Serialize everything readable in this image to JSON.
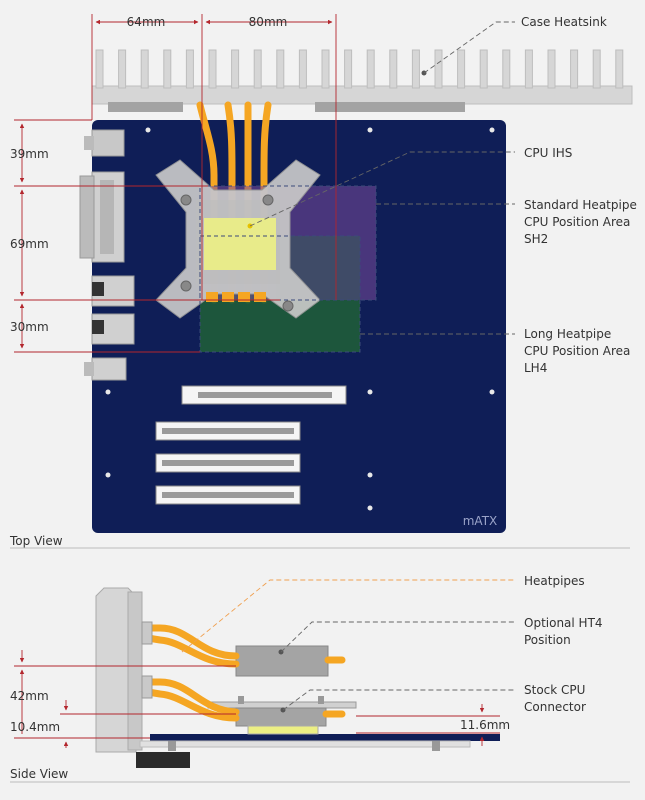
{
  "top_view": {
    "dimensions": {
      "width_left": "64mm",
      "width_right": "80mm",
      "height_top": "39mm",
      "height_mid": "69mm",
      "height_bottom": "30mm"
    },
    "labels": {
      "case_heatsink": "Case Heatsink",
      "cpu_ihs": "CPU IHS",
      "standard_area": [
        "Standard Heatpipe",
        "CPU Position Area",
        "SH2"
      ],
      "long_area": [
        "Long Heatpipe",
        "CPU Position Area",
        "LH4"
      ],
      "board_form_factor": "mATX"
    },
    "caption": "Top View"
  },
  "side_view": {
    "dimensions": {
      "height_left": "42mm",
      "height_small": "10.4mm",
      "height_right": "11.6mm"
    },
    "labels": {
      "heatpipes": "Heatpipes",
      "optional_ht4": [
        "Optional HT4",
        "Position"
      ],
      "stock_cpu": [
        "Stock CPU",
        "Connector"
      ]
    },
    "caption": "Side View"
  },
  "colors": {
    "board": "#0f1e57",
    "heatpipe": "#f5a623",
    "leader_orange": "#f0a050",
    "dim_red": "#b3262d",
    "heatsink": "#d5d5d5",
    "standard_area": "#7a4a9a",
    "long_area": "#1f5c3a",
    "ihs": "#ecef84"
  }
}
